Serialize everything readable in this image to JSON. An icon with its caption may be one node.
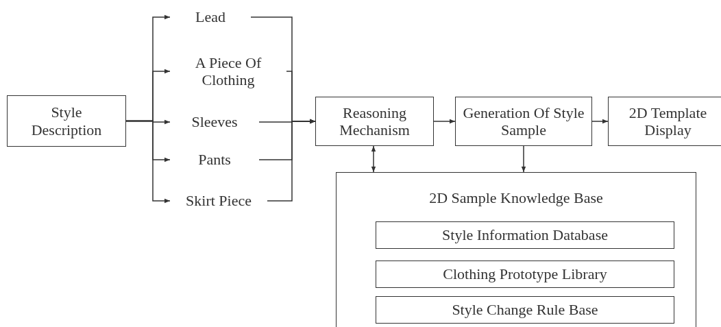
{
  "diagram": {
    "nodes": [
      {
        "text": [
          "Style Description"
        ]
      },
      {
        "text": [
          "Lead"
        ]
      },
      {
        "text": [
          "A Piece Of Clothing"
        ]
      },
      {
        "text": [
          "Sleeves"
        ]
      },
      {
        "text": [
          "Pants"
        ]
      },
      {
        "text": [
          "Skirt Piece"
        ]
      },
      {
        "text": [
          "Reasoning Mechanism"
        ]
      },
      {
        "text": [
          "Generation Of Style Sample"
        ]
      },
      {
        "text": [
          "2D Template Display"
        ]
      },
      {
        "text": [
          "2D Sample Knowledge Base"
        ]
      },
      {
        "text": [
          "Style Information Database"
        ],
        "in": 9
      },
      {
        "text": [
          "Clothing Prototype Library"
        ],
        "in": 9
      },
      {
        "text": [
          "Style Change Rule Base"
        ],
        "in": 9
      }
    ],
    "edges": [
      {
        "from": 0,
        "to": 1,
        "arrow": "to"
      },
      {
        "from": 0,
        "to": 2,
        "arrow": "to"
      },
      {
        "from": 0,
        "to": 3,
        "arrow": "to"
      },
      {
        "from": 0,
        "to": 4,
        "arrow": "to"
      },
      {
        "from": 0,
        "to": 5,
        "arrow": "to"
      },
      {
        "from": 1,
        "to": 6,
        "arrow": "to"
      },
      {
        "from": 2,
        "to": 6,
        "arrow": "to"
      },
      {
        "from": 3,
        "to": 6,
        "arrow": "to"
      },
      {
        "from": 4,
        "to": 6,
        "arrow": "to"
      },
      {
        "from": 5,
        "to": 6,
        "arrow": "to"
      },
      {
        "from": 6,
        "to": 7,
        "arrow": "to"
      },
      {
        "from": 7,
        "to": 8,
        "arrow": "to"
      },
      {
        "from": 6,
        "to": 9,
        "arrow": "both"
      },
      {
        "from": 7,
        "to": 9,
        "arrow": "to"
      }
    ]
  }
}
